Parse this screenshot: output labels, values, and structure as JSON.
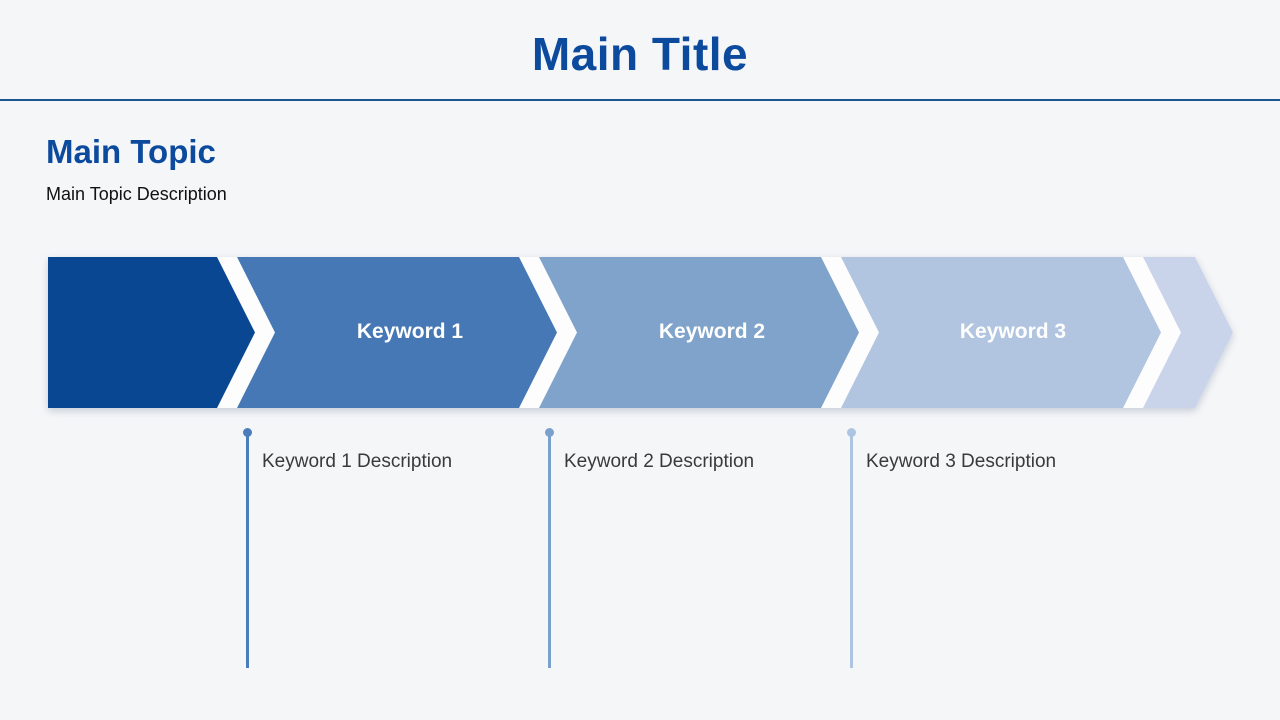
{
  "slide": {
    "title": "Main Title",
    "accent_color": "#0c4a9e",
    "divider_color": "#1a5590",
    "background_color": "#f5f6f8",
    "topic": {
      "title": "Main Topic",
      "description": "Main Topic Description"
    }
  },
  "process": {
    "type": "chevron-arrow-sequence",
    "gap_color": "#fdfdfe",
    "steps": [
      {
        "label": "",
        "color": "#0a4792"
      },
      {
        "label": "Keyword 1",
        "color": "#4578b4",
        "description": "Keyword 1 Description",
        "connector_color": "#4a7eba"
      },
      {
        "label": "Keyword 2",
        "color": "#7fa3ca",
        "description": "Keyword 2 Description",
        "connector_color": "#7aa0cc"
      },
      {
        "label": "Keyword 3",
        "color": "#b1c4e0",
        "description": "Keyword 3 Description",
        "connector_color": "#aec5e2"
      },
      {
        "label": "",
        "color": "#c9d4ea"
      }
    ]
  }
}
